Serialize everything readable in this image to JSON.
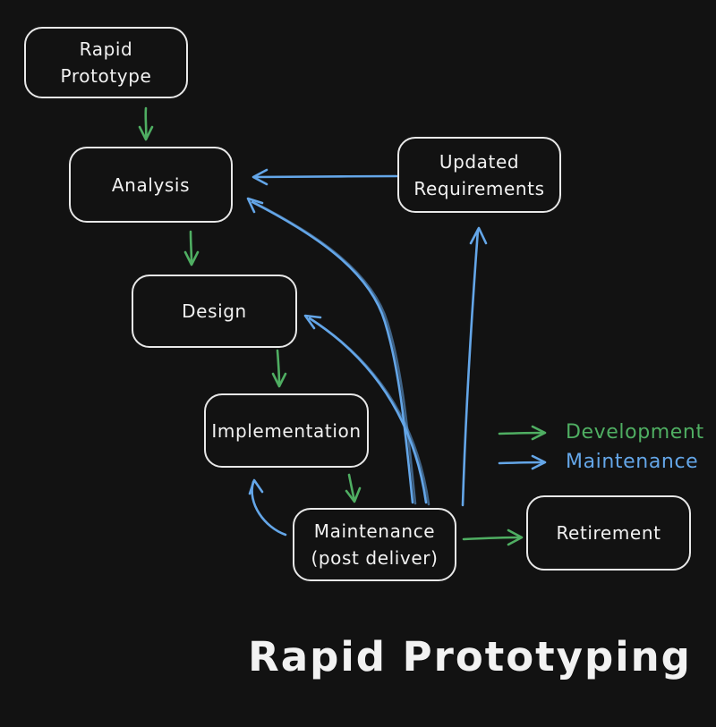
{
  "title": "Rapid Prototyping",
  "colors": {
    "background": "#121212",
    "box_border": "#e8e8e8",
    "box_text": "#f2f2f2",
    "development_green": "#4fae62",
    "maintenance_blue": "#64a6e8"
  },
  "nodes": {
    "rapid_prototype": [
      "Rapid",
      "Prototype"
    ],
    "analysis": [
      "Analysis"
    ],
    "design": [
      "Design"
    ],
    "implementation": [
      "Implementation"
    ],
    "maintenance": [
      "Maintenance",
      "(post deliver)"
    ],
    "updated_requirements": [
      "Updated",
      "Requirements"
    ],
    "retirement": [
      "Retirement"
    ]
  },
  "legend": {
    "development": "Development",
    "maintenance": "Maintenance"
  },
  "edges": [
    {
      "from": "rapid_prototype",
      "to": "analysis",
      "type": "development"
    },
    {
      "from": "analysis",
      "to": "design",
      "type": "development"
    },
    {
      "from": "design",
      "to": "implementation",
      "type": "development"
    },
    {
      "from": "implementation",
      "to": "maintenance",
      "type": "development"
    },
    {
      "from": "maintenance",
      "to": "retirement",
      "type": "development"
    },
    {
      "from": "updated_requirements",
      "to": "analysis",
      "type": "maintenance"
    },
    {
      "from": "maintenance",
      "to": "analysis",
      "type": "maintenance"
    },
    {
      "from": "maintenance",
      "to": "design",
      "type": "maintenance"
    },
    {
      "from": "maintenance",
      "to": "implementation",
      "type": "maintenance"
    },
    {
      "from": "maintenance",
      "to": "updated_requirements",
      "type": "maintenance"
    }
  ]
}
